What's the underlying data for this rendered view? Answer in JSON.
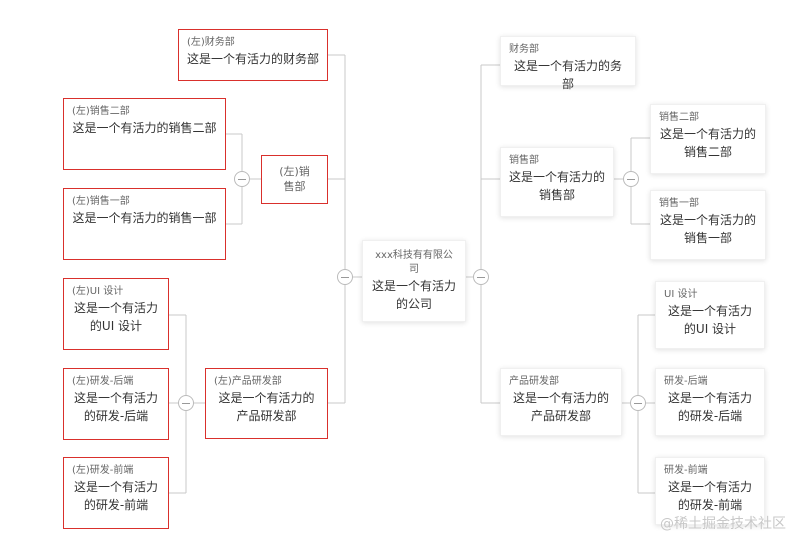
{
  "root": {
    "label": "xxx科技有有限公司",
    "desc": "这是一个有活力的公司"
  },
  "left": {
    "finance": {
      "label": "(左)财务部",
      "desc": "这是一个有活力的财务部"
    },
    "sales": {
      "label": "(左)销售部",
      "desc": ""
    },
    "sales2": {
      "label": "(左)销售二部",
      "desc": "这是一个有活力的销售二部"
    },
    "sales1": {
      "label": "(左)销售一部",
      "desc": "这是一个有活力的销售一部"
    },
    "rd": {
      "label": "(左)产品研发部",
      "desc": "这是一个有活力的产品研发部"
    },
    "ui": {
      "label": "(左)UI 设计",
      "desc": "这是一个有活力的UI 设计"
    },
    "backend": {
      "label": "(左)研发-后端",
      "desc": "这是一个有活力的研发-后端"
    },
    "frontend": {
      "label": "(左)研发-前端",
      "desc": "这是一个有活力的研发-前端"
    }
  },
  "right": {
    "finance": {
      "label": "财务部",
      "desc": "这是一个有活力的务部"
    },
    "sales": {
      "label": "销售部",
      "desc": "这是一个有活力的销售部"
    },
    "sales2": {
      "label": "销售二部",
      "desc": "这是一个有活力的销售二部"
    },
    "sales1": {
      "label": "销售一部",
      "desc": "这是一个有活力的销售一部"
    },
    "rd": {
      "label": "产品研发部",
      "desc": "这是一个有活力的产品研发部"
    },
    "ui": {
      "label": "UI 设计",
      "desc": "这是一个有活力的UI 设计"
    },
    "backend": {
      "label": "研发-后端",
      "desc": "这是一个有活力的研发-后端"
    },
    "frontend": {
      "label": "研发-前端",
      "desc": "这是一个有活力的研发-前端"
    }
  },
  "watermark": "@稀土掘金技术社区",
  "colors": {
    "left_border": "#d9302c",
    "line": "#c8c8c8",
    "label": "#666666",
    "text": "#333333"
  }
}
